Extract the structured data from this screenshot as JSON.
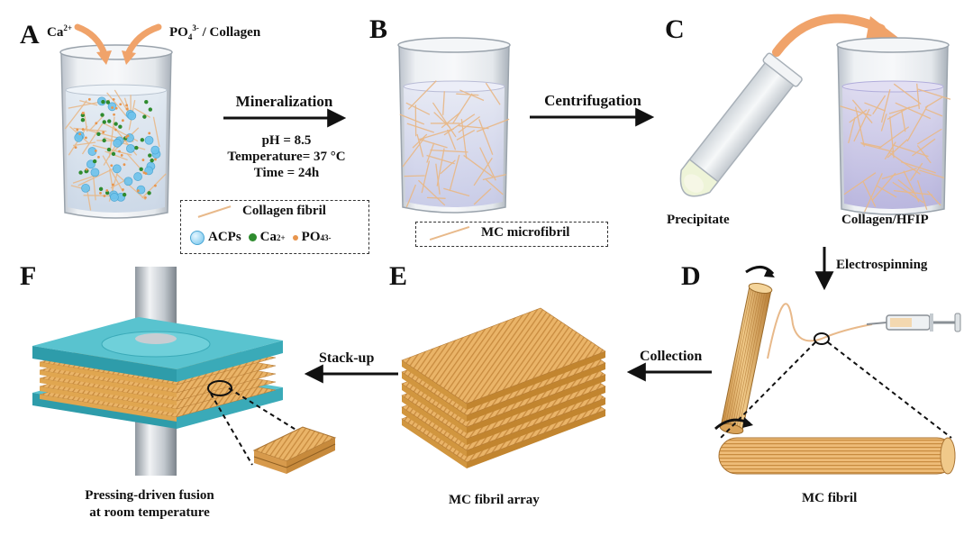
{
  "panels": {
    "a": "A",
    "b": "B",
    "c": "C",
    "d": "D",
    "e": "E",
    "f": "F"
  },
  "beaker_a": {
    "ca_base": "Ca",
    "ca_sup": "2+",
    "po4_base": "PO",
    "po4_sub": "4",
    "po4_sup": "3-",
    "po4_rest": " / Collagen"
  },
  "step_mineralization": {
    "title": "Mineralization",
    "ph": "pH = 8.5",
    "temperature": "Temperature= 37 °C",
    "time": "Time = 24h"
  },
  "legend_a": {
    "collagen_fibril": "Collagen fibril",
    "acps": "ACPs",
    "ca_base": "Ca",
    "ca_sup": "2+",
    "po4_base": "PO",
    "po4_sub": "4",
    "po4_sup": "3-"
  },
  "legend_b": {
    "mc_microfibril": "MC microfibril"
  },
  "step_centrifugation": "Centrifugation",
  "label_precipitate": "Precipitate",
  "label_collagen_hfip": "Collagen/HFIP",
  "step_electrospinning": "Electrospinning",
  "step_collection": "Collection",
  "step_stackup": "Stack-up",
  "label_mc_fibril": "MC fibril",
  "label_mc_fibril_array": "MC fibril array",
  "label_pressing_line1": "Pressing-driven fusion",
  "label_pressing_line2": "at room temperature",
  "colors": {
    "fibril": "#e8b98a",
    "sheet": "#e9b25d",
    "plate": "#45b7c4",
    "acp": "#6ec3ec",
    "ca_ion": "#2e8b2e",
    "po4_ion": "#e8954d",
    "orange_arrow": "#f0a36a"
  }
}
